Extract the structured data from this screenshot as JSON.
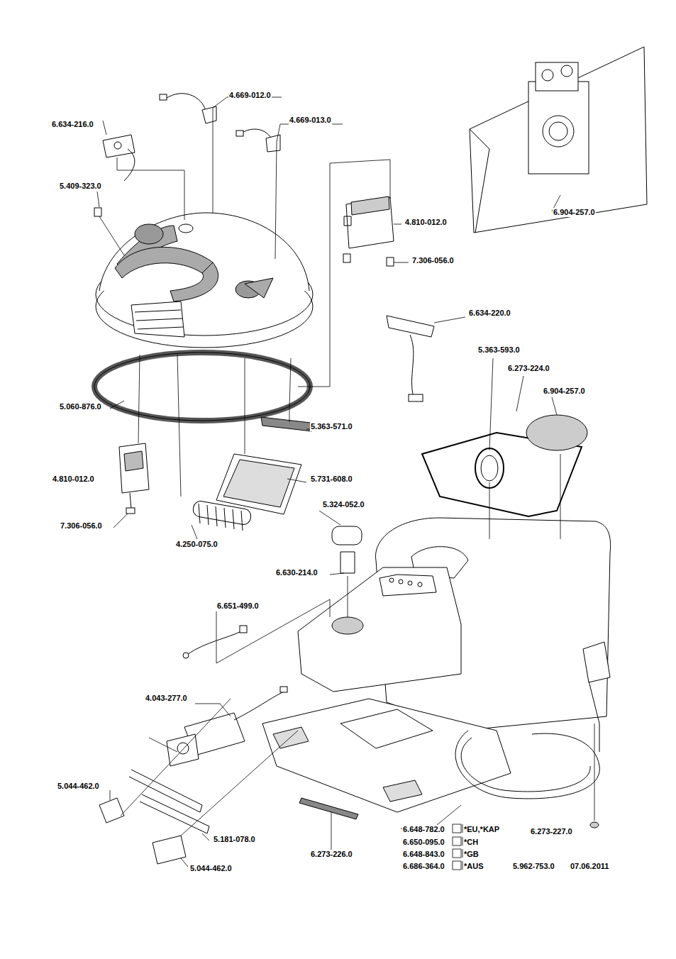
{
  "diagram": {
    "labels": [
      "4.669-012.0",
      "6.634-216.0",
      "4.669-013.0",
      "5.409-323.0",
      "6.904-257.0",
      "4.810-012.0",
      "7.306-056.0",
      "6.634-220.0",
      "5.363-593.0",
      "6.273-224.0",
      "6.904-257.0",
      "5.060-876.0",
      "5.363-571.0",
      "4.810-012.0",
      "5.731-608.0",
      "5.324-052.0",
      "7.306-056.0",
      "4.250-075.0",
      "6.630-214.0",
      "6.651-499.0",
      "4.043-277.0",
      "5.044-462.0",
      "6.648-782.0",
      "*EU,*KAP",
      "6.650-095.0",
      "*CH",
      "6.648-843.0",
      "*GB",
      "6.686-364.0",
      "*AUS",
      "6.273-227.0",
      "5.181-078.0",
      "6.273-226.0",
      "5.044-462.0",
      "5.962-753.0",
      "07.06.2011"
    ]
  }
}
